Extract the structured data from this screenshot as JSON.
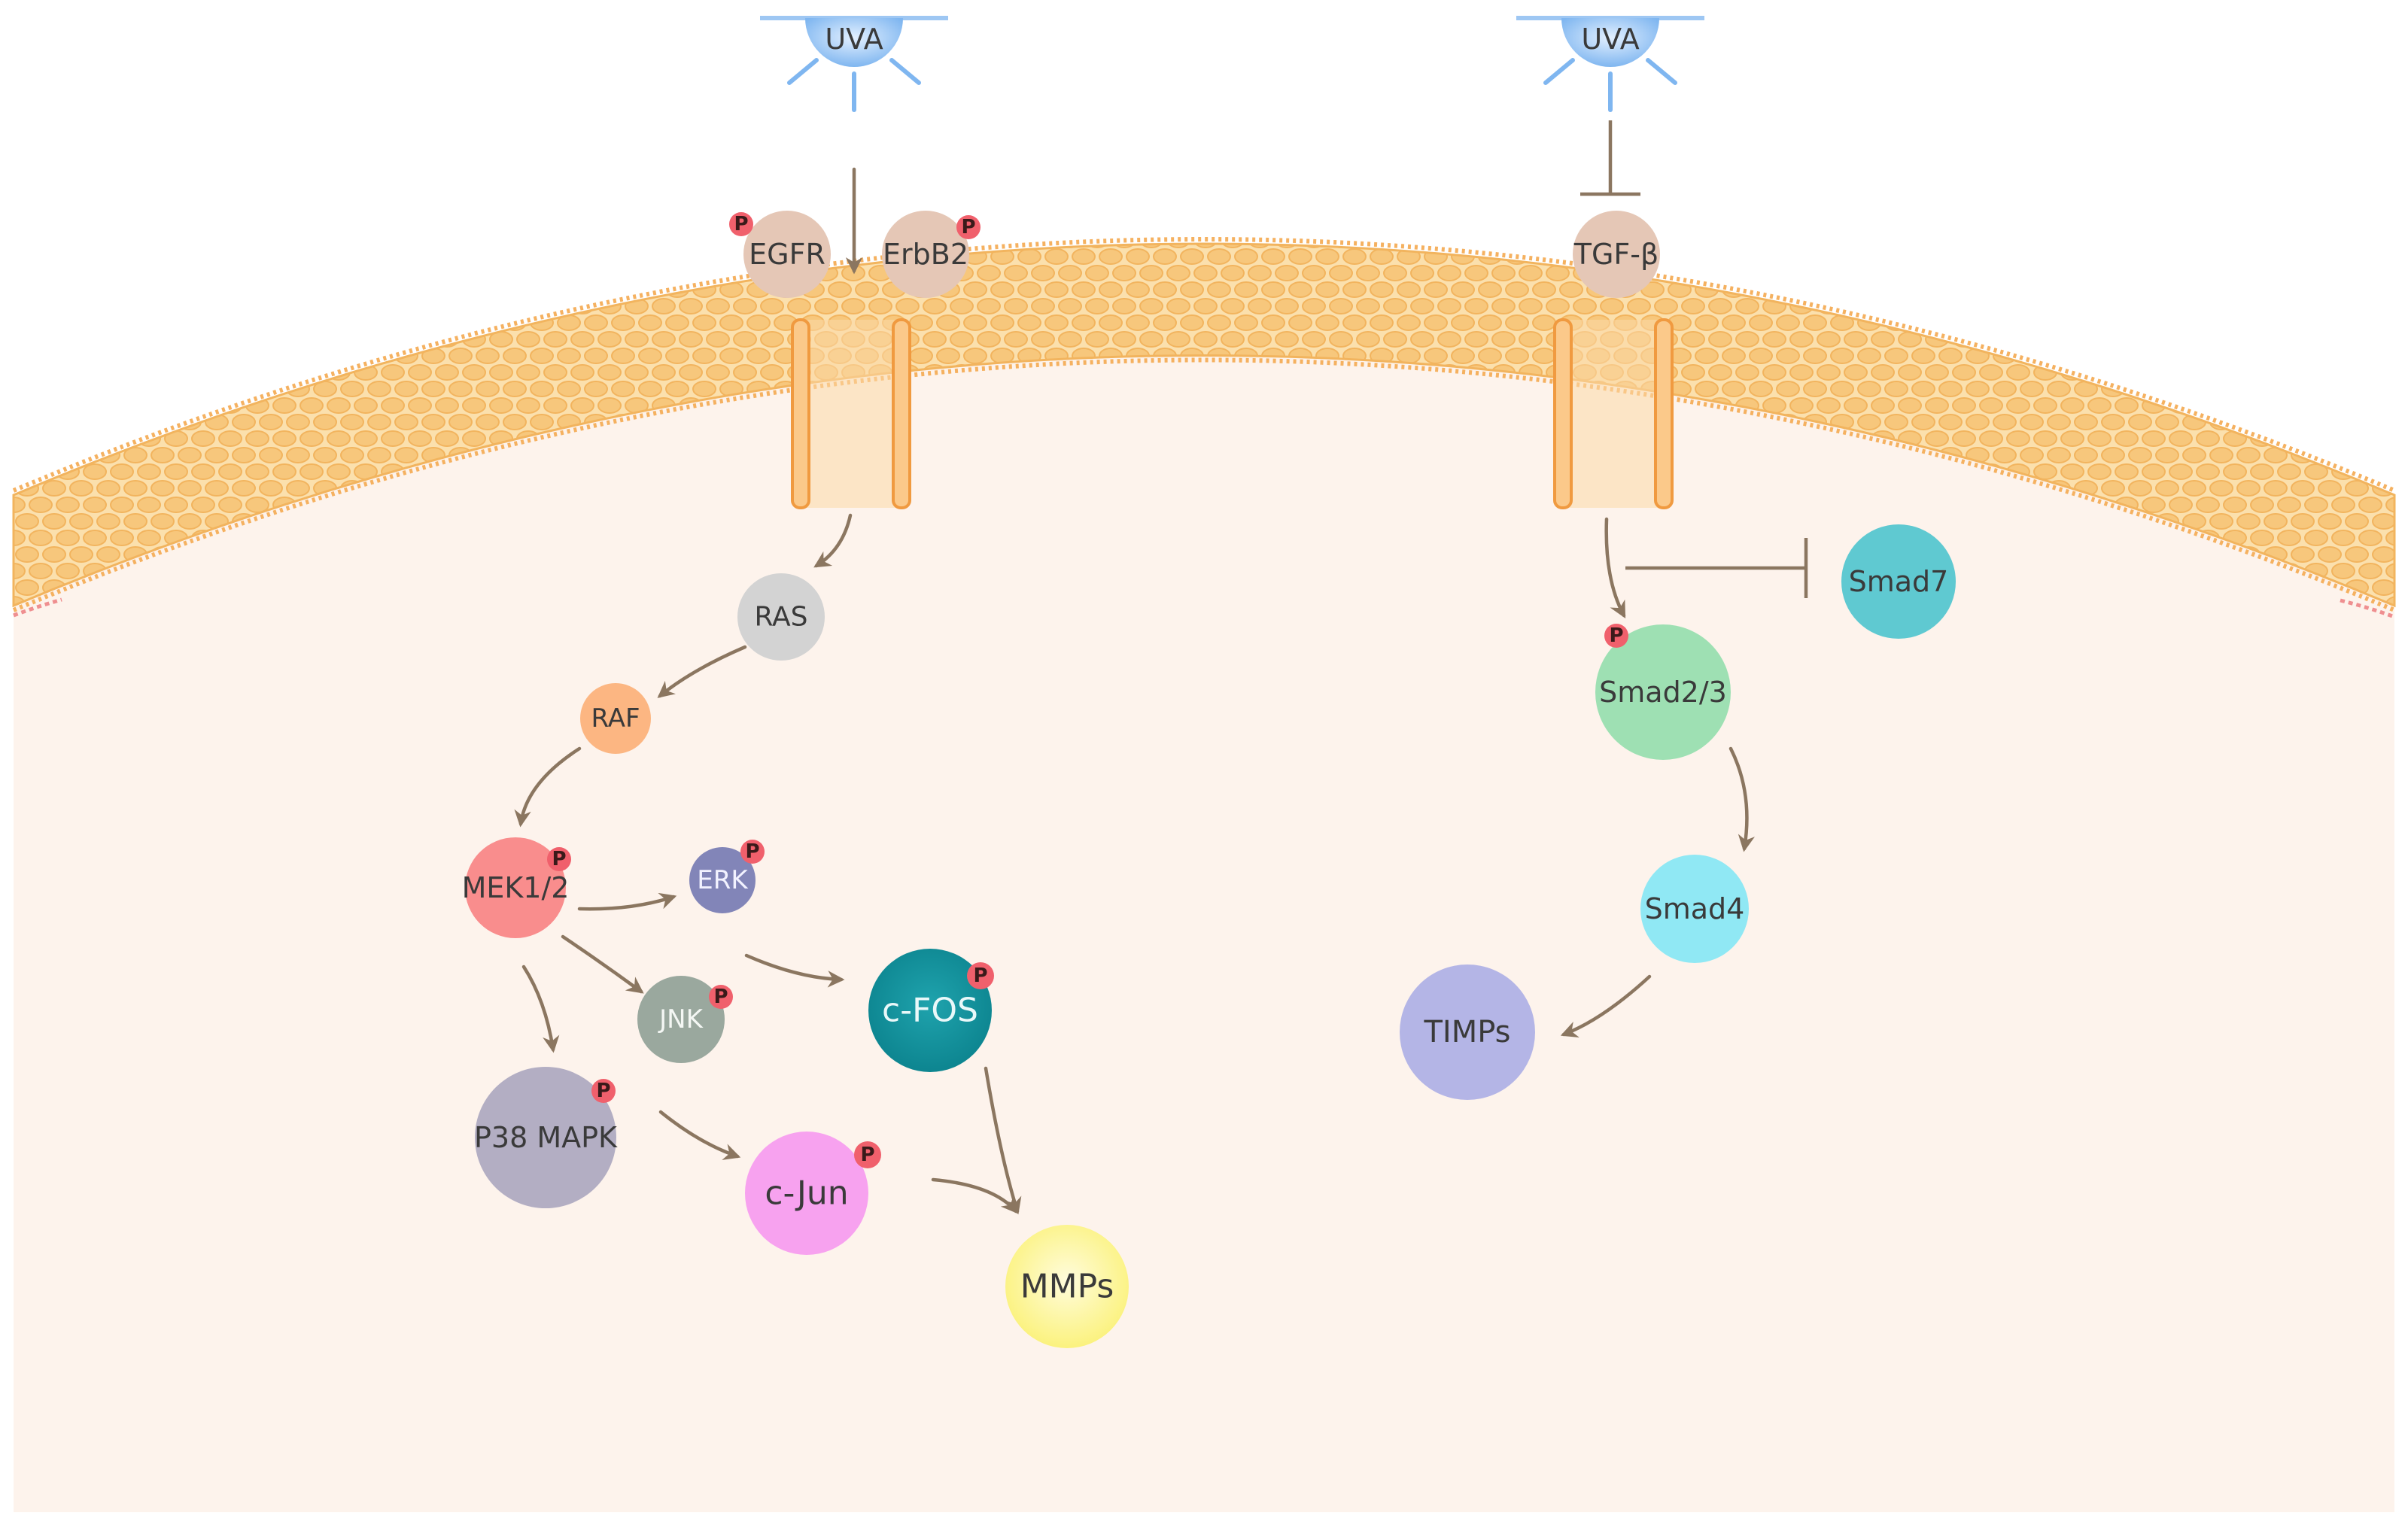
{
  "nodes": {
    "uva_left": "UVA",
    "uva_right": "UVA",
    "egfr": "EGFR",
    "erbb2": "ErbB2",
    "tgfb": "TGF-β",
    "ras": "RAS",
    "raf": "RAF",
    "mek": "MEK1/2",
    "erk": "ERK",
    "jnk": "JNK",
    "cfos": "c-FOS",
    "p38": "P38 MAPK",
    "cjun": "c-Jun",
    "mmps": "MMPs",
    "smad7": "Smad7",
    "smad23": "Smad2/3",
    "smad4": "Smad4",
    "timps": "TIMPs"
  },
  "phospho_label": "P",
  "colors": {
    "membrane": "#f7c77c",
    "cytoplasm": "#fdf3ec",
    "receptor": "#e5c7b6",
    "uva": "#7fb6f0",
    "phospho": "#f0606c",
    "arrow": "#8b7660"
  }
}
